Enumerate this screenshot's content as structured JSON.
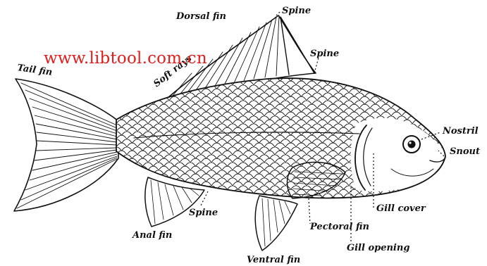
{
  "watermark": "www.libtool.com.cn",
  "labels": {
    "dorsal_fin": "Dorsal fin",
    "spine_top": "Spine",
    "spine_dorsal": "Spine",
    "soft_rays": "Soft rays",
    "tail_fin": "Tail fin",
    "nostril": "Nostril",
    "snout": "Snout",
    "gill_cover": "Gill cover",
    "pectoral_fin": "Pectoral fin",
    "gill_opening": "Gill opening",
    "ventral_fin": "Ventral fin",
    "anal_fin": "Anal fin",
    "spine_anal": "Spine"
  }
}
